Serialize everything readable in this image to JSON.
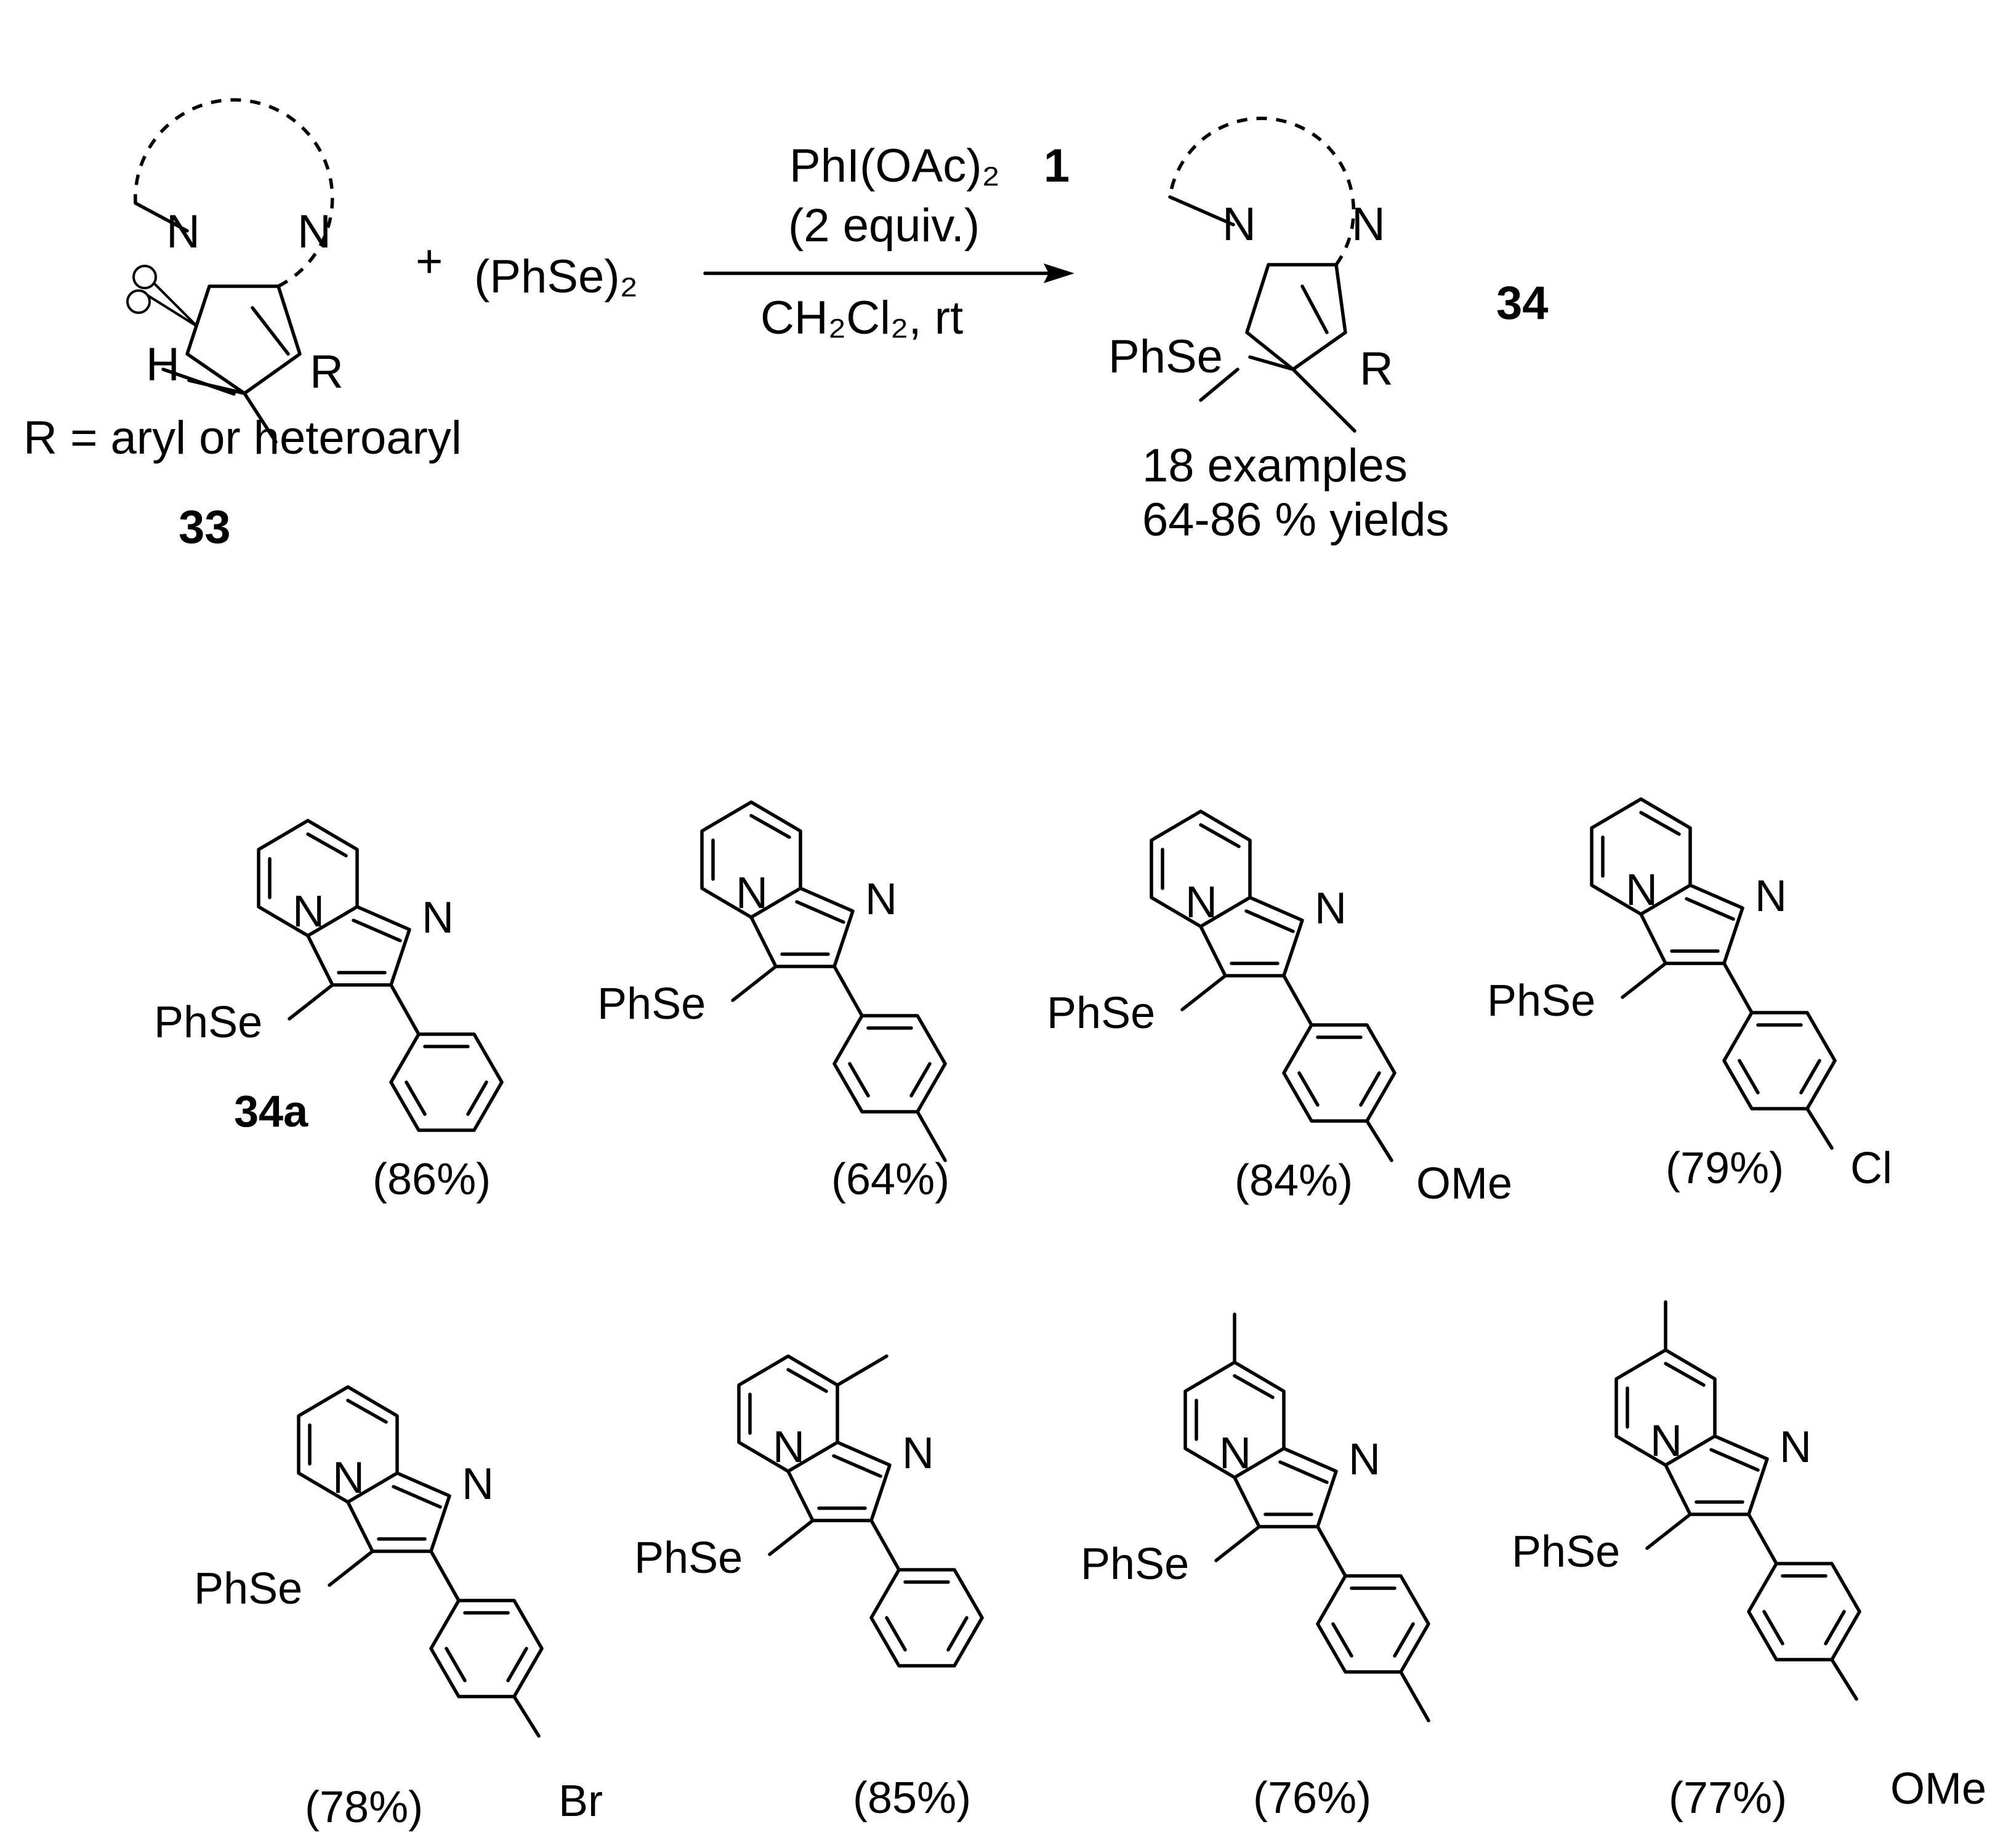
{
  "reaction": {
    "plus": "+",
    "reagent": "(PhSe)₂",
    "oxidant": "PhI(OAc)₂",
    "oxidant_number": "1",
    "equiv": "(2 equiv.)",
    "conditions": "CH₂Cl₂, rt",
    "substrate_r_definition": "R = aryl or heteroaryl",
    "substrate_number": "33",
    "product_number": "34",
    "examples": "18 examples",
    "yields_range": "64-86 % yields",
    "atom_N": "N",
    "atom_H": "H",
    "atom_R": "R",
    "group_phse": "PhSe"
  },
  "products": [
    {
      "label": "34a",
      "yield": "(86%)",
      "substituent": ""
    },
    {
      "label": "",
      "yield": "(64%)",
      "substituent": ""
    },
    {
      "label": "",
      "yield": "(84%)",
      "substituent": "OMe"
    },
    {
      "label": "",
      "yield": "(79%)",
      "substituent": "Cl"
    },
    {
      "label": "",
      "yield": "(78%)",
      "substituent": "Br"
    },
    {
      "label": "",
      "yield": "(85%)",
      "substituent": ""
    },
    {
      "label": "",
      "yield": "(76%)",
      "substituent": ""
    },
    {
      "label": "",
      "yield": "(77%)",
      "substituent": "OMe"
    }
  ]
}
